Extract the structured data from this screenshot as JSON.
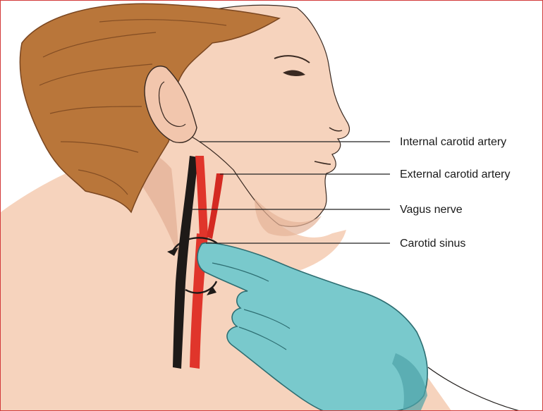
{
  "labels": {
    "internal_carotid": "Internal carotid artery",
    "external_carotid": "External carotid artery",
    "vagus_nerve": "Vagus nerve",
    "carotid_sinus": "Carotid sinus"
  },
  "colors": {
    "border": "#d23a3a",
    "skin": "#f6d3bd",
    "skin_shade": "#e5b398",
    "hair": "#b9763a",
    "hair_dark": "#7a4620",
    "artery": "#e0352b",
    "nerve": "#1e1a18",
    "glove": "#79c9cc",
    "glove_shade": "#4fa3a8",
    "leader": "#222222"
  }
}
